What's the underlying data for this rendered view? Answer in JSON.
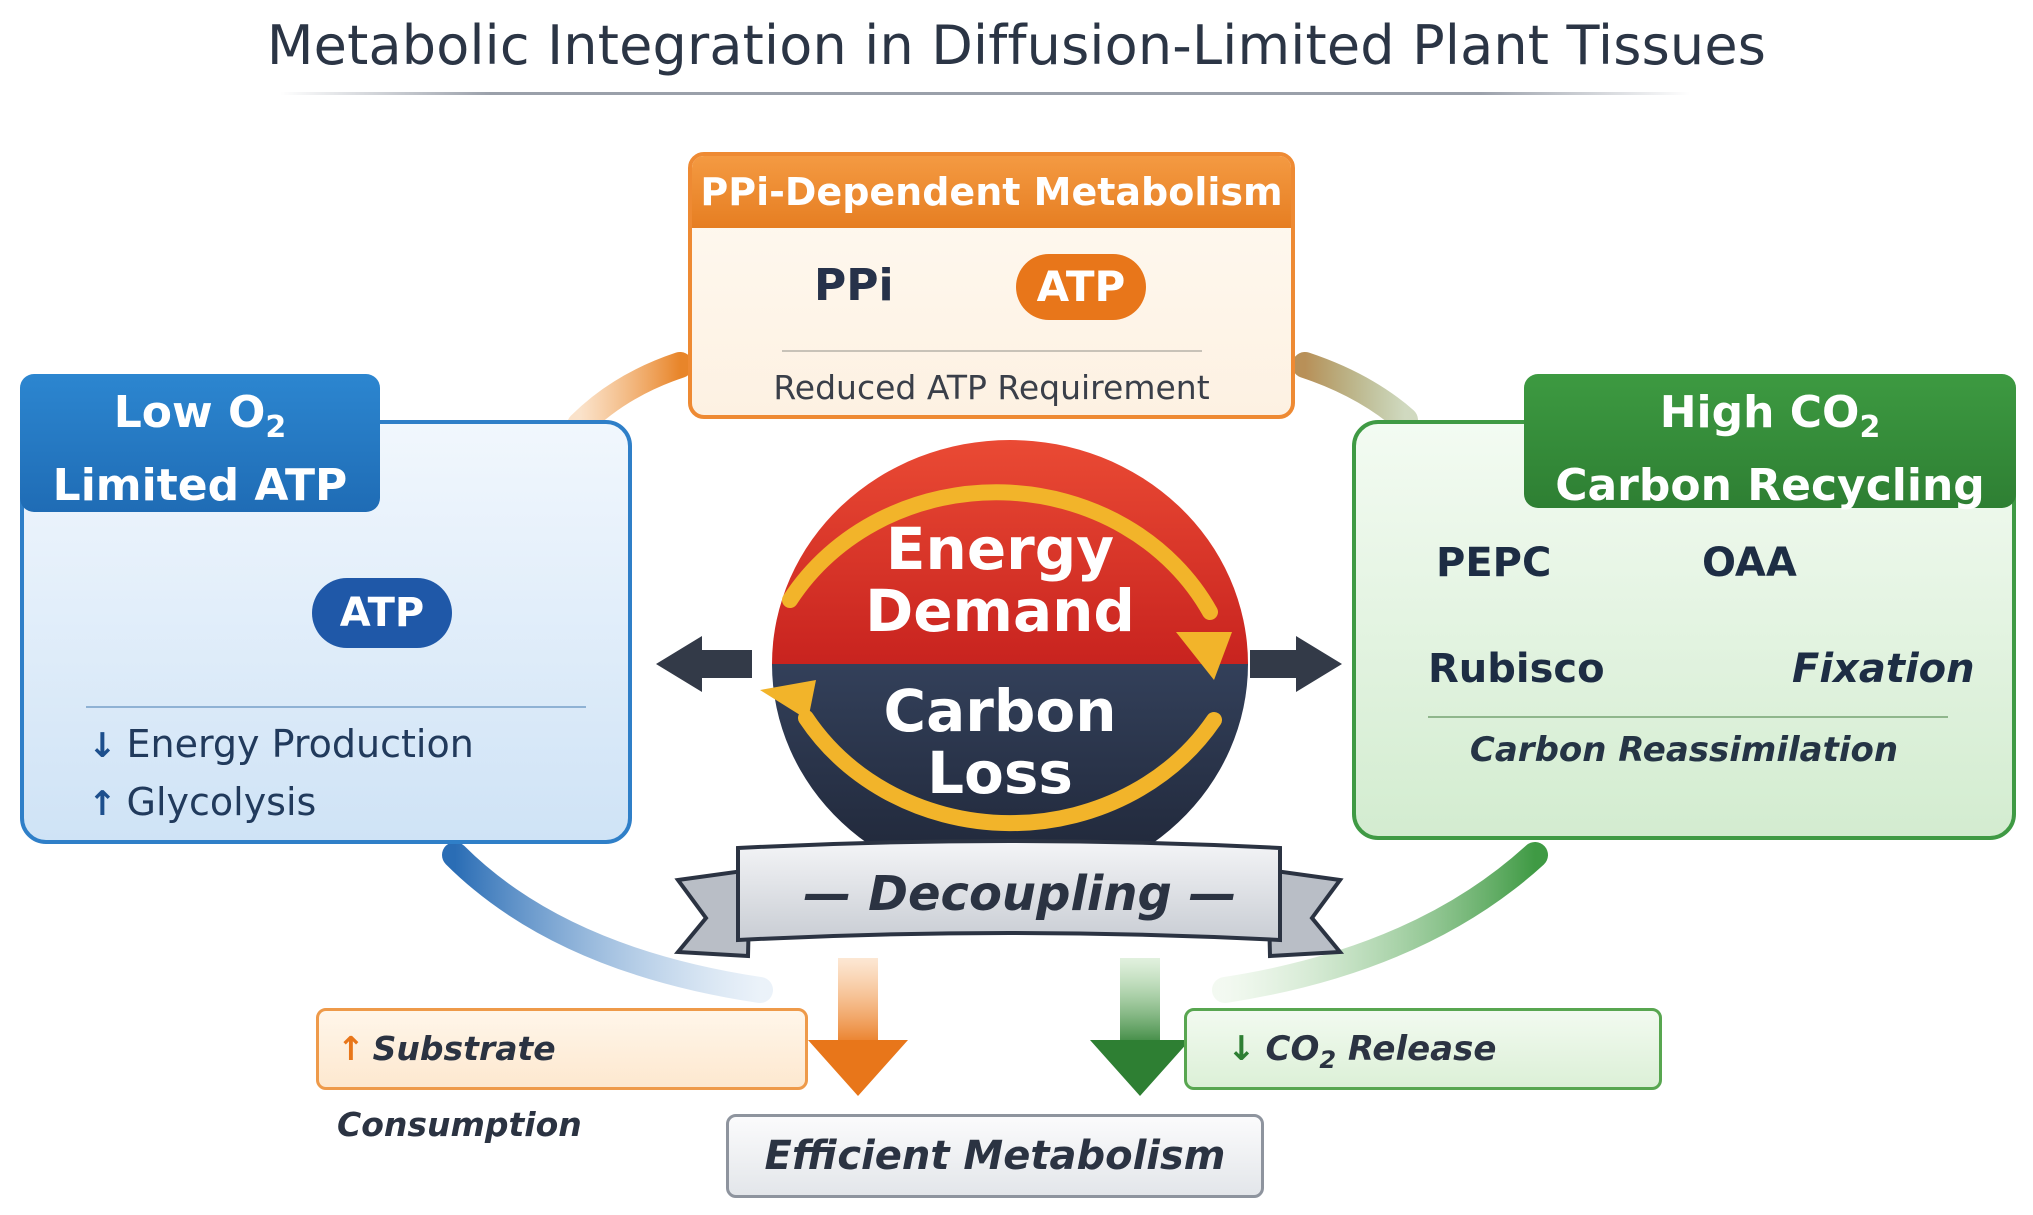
{
  "title": "Metabolic Integration in Diffusion-Limited Plant Tissues",
  "ppi": {
    "header": "PPi-Dependent Metabolism",
    "left_label": "PPi",
    "product": "ATP",
    "subtitle": "Reduced ATP Requirement"
  },
  "low_o2": {
    "title_prefix": "Low O",
    "title_sub": "2",
    "title_line2": "Limited ATP",
    "badge": "ATP",
    "line1_arrow": "↓",
    "line1": "Energy Production",
    "line2_arrow": "↑",
    "line2": "Glycolysis"
  },
  "high_co2": {
    "title_prefix": "High CO",
    "title_sub": "2",
    "title_line2": "Carbon Recycling",
    "pepc": "PEPC",
    "oaa": "OAA",
    "rubisco": "Rubisco",
    "fixation": "Fixation",
    "subtitle": "Carbon Reassimilation"
  },
  "center": {
    "top_line1": "Energy",
    "top_line2": "Demand",
    "bottom_line1": "Carbon",
    "bottom_line2": "Loss"
  },
  "ribbon": "— Decoupling —",
  "outputs": {
    "substrate_arrow": "↑",
    "substrate": "Substrate Consumption",
    "co2_arrow": "↓",
    "co2_prefix": "CO",
    "co2_sub": "2",
    "co2_suffix": " Release",
    "efficient": "Efficient Metabolism"
  },
  "colors": {
    "orange": "#e8761a",
    "blue": "#1f6cb5",
    "green": "#2e7f33",
    "red": "#e0342a",
    "navy": "#2a3346",
    "gold": "#f2b42a"
  }
}
